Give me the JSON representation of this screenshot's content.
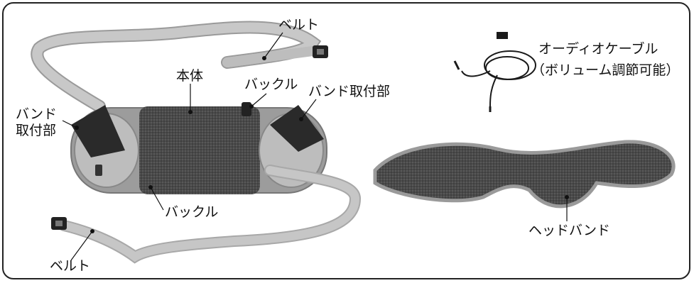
{
  "labels": {
    "belt_top": "ベルト",
    "main_body": "本体",
    "buckle_top": "バックル",
    "band_mount_right": "バンド取付部",
    "band_mount_left_1": "バンド",
    "band_mount_left_2": "取付部",
    "buckle_bottom": "バックル",
    "belt_bottom": "ベルト",
    "audio_cable_1": "オーディオケーブル",
    "audio_cable_2": "（ボリューム調節可能）",
    "headband": "ヘッドバンド"
  }
}
